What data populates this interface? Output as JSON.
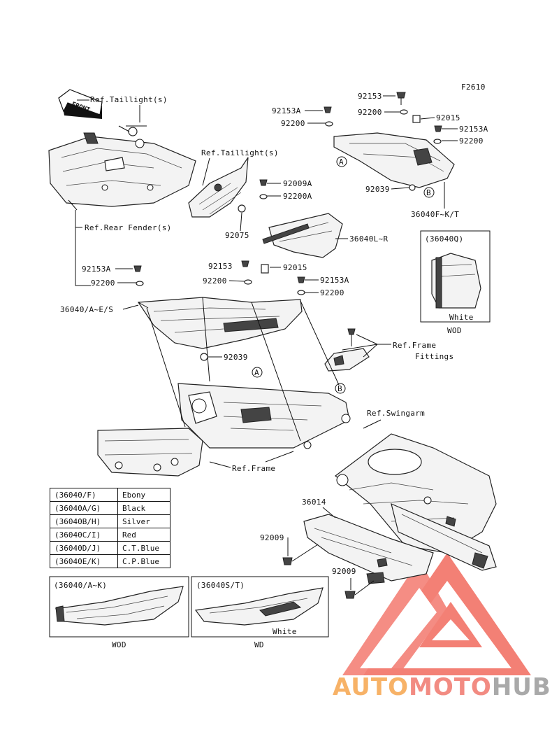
{
  "figure_code": "F2610",
  "front_label": "FRONT",
  "labels": {
    "ref_taillight_1": "Ref.Taillight(s)",
    "ref_taillight_2": "Ref.Taillight(s)",
    "ref_rear_fender": "Ref.Rear Fender(s)",
    "ref_frame_fittings_1": "Ref.Frame",
    "ref_frame_fittings_2": "Fittings",
    "ref_swingarm": "Ref.Swingarm",
    "ref_frame": "Ref.Frame",
    "p_92153_top": "92153",
    "p_92153A_top": "92153A",
    "p_92200_top1": "92200",
    "p_92200_top2": "92200",
    "p_92015_top": "92015",
    "p_92153A_right": "92153A",
    "p_92200_right": "92200",
    "p_92039_top": "92039",
    "p_36040FKT": "36040F~K/T",
    "p_92009A": "92009A",
    "p_92200A": "92200A",
    "p_92075": "92075",
    "p_36040LR": "36040L~R",
    "p_92153A_left": "92153A",
    "p_92200_left": "92200",
    "p_36040AES": "36040/A~E/S",
    "p_92153_mid": "92153",
    "p_92015_mid": "92015",
    "p_92200_mid": "92200",
    "p_92153A_mid": "92153A",
    "p_92200_mid2": "92200",
    "p_92039_mid": "92039",
    "p_36014": "36014",
    "p_92009_1": "92009",
    "p_92009_2": "92009",
    "callout_A": "A",
    "callout_B": "B"
  },
  "inset_36040Q": {
    "title": "(36040Q)",
    "color": "White",
    "model": "WOD"
  },
  "color_table": [
    {
      "code": "(36040/F)",
      "color": "Ebony"
    },
    {
      "code": "(36040A/G)",
      "color": "Black"
    },
    {
      "code": "(36040B/H)",
      "color": "Silver"
    },
    {
      "code": "(36040C/I)",
      "color": "Red"
    },
    {
      "code": "(36040D/J)",
      "color": "C.T.Blue"
    },
    {
      "code": "(36040E/K)",
      "color": "C.P.Blue"
    }
  ],
  "inset_A_K": {
    "title": "(36040/A~K)",
    "model": "WOD"
  },
  "inset_S_T": {
    "title": "(36040S/T)",
    "color": "White",
    "model": "WD"
  },
  "watermark": {
    "part1": "AUTO",
    "part2": "MOTO",
    "part3": "HUB",
    "color1": "#f7b267",
    "color2": "#f28b82",
    "color3": "#a9a9a9",
    "logo_color": "#f26a5e"
  }
}
